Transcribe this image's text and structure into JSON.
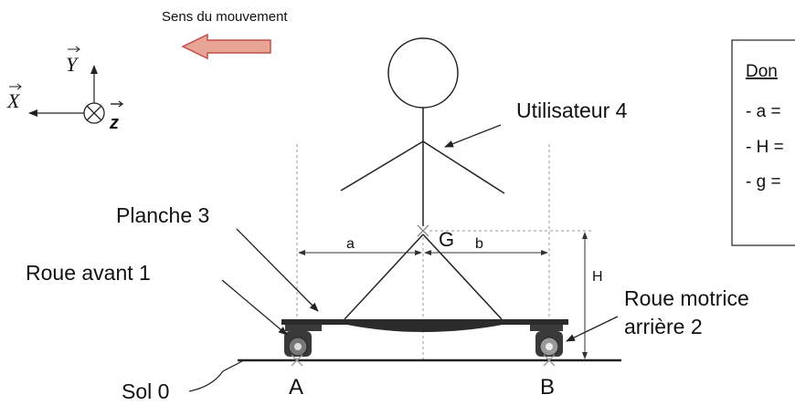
{
  "header": {
    "movement_label": "Sens du mouvement"
  },
  "axes": {
    "x_label": "X",
    "y_label": "Y",
    "z_label": "z"
  },
  "labels": {
    "user": "Utilisateur 4",
    "board": "Planche 3",
    "front_wheel": "Roue avant 1",
    "rear_wheel_line1": "Roue motrice",
    "rear_wheel_line2": "arrière 2",
    "ground": "Sol 0",
    "point_a": "A",
    "point_b": "B",
    "point_g": "G",
    "dim_a": "a",
    "dim_b": "b",
    "dim_h": "H"
  },
  "data_box": {
    "title": "Don",
    "lines": [
      "- a =",
      "- H =",
      "- g ="
    ]
  },
  "colors": {
    "arrow_fill": "#e8a494",
    "arrow_stroke": "#c0504d",
    "board": "#2b2b2b",
    "wheel": "#3a3a3a"
  }
}
